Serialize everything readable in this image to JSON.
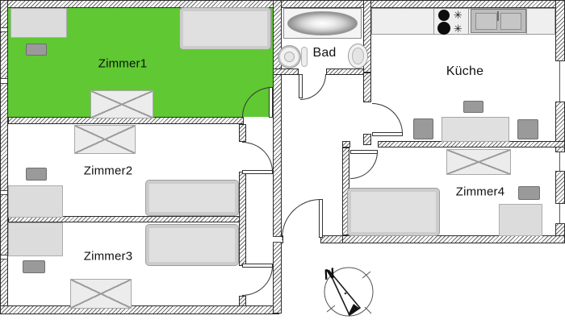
{
  "rooms": {
    "zimmer1": {
      "label": "Zimmer1",
      "highlighted": true,
      "highlight_color": "#5fc832"
    },
    "zimmer2": {
      "label": "Zimmer2"
    },
    "zimmer3": {
      "label": "Zimmer3"
    },
    "zimmer4": {
      "label": "Zimmer4"
    },
    "bad": {
      "label": "Bad"
    },
    "kueche": {
      "label": "Küche"
    }
  },
  "kitchen": {
    "flame_symbol": "✳"
  },
  "compass": {
    "north_label": "N"
  },
  "colors": {
    "highlight_green": "#5fc832",
    "wall_line": "#2b2b2b",
    "furniture_light": "#e0e0e0",
    "furniture_dark": "#9a9a9a",
    "burner_black": "#0c0c0c"
  }
}
